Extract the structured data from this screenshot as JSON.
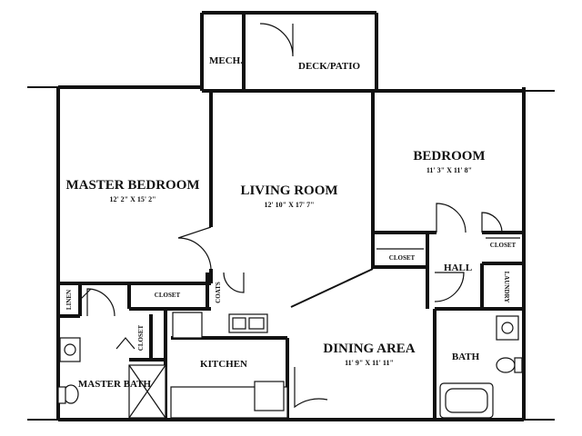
{
  "rooms": {
    "mech": "MECH.",
    "deck_patio": "DECK/PATIO",
    "master_bedroom": "MASTER BEDROOM",
    "master_bedroom_dim": "12' 2\" X 15' 2\"",
    "living_room": "LIVING ROOM",
    "living_room_dim": "12' 10\" X 17' 7\"",
    "bedroom": "BEDROOM",
    "bedroom_dim": "11' 3\" X 11' 8\"",
    "closet_bedroom": "CLOSET",
    "closet_hall": "CLOSET",
    "hall": "HALL",
    "laundry": "LAUNDRY",
    "linen": "LINEN",
    "closet_master": "CLOSET",
    "coats": "COATS",
    "closet_master_bath": "CLOSET",
    "kitchen": "KITCHEN",
    "dining_area": "DINING AREA",
    "dining_area_dim": "11' 9\" X 11' 11\"",
    "bath": "BATH",
    "master_bath": "MASTER BATH"
  }
}
